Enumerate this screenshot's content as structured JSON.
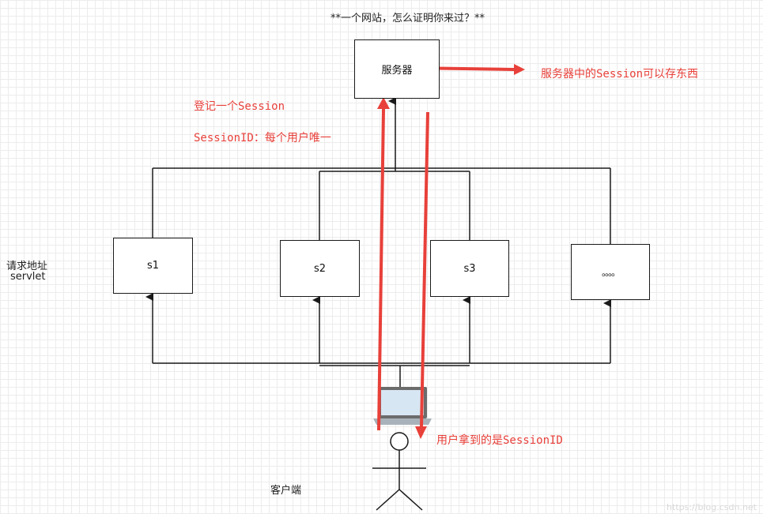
{
  "title": "**一个网站，怎么证明你来过？**",
  "server": {
    "label": "服务器"
  },
  "servlets": [
    "s1",
    "s2",
    "s3",
    "。。。。"
  ],
  "left_label": {
    "line1": "请求地址",
    "line2": "servlet"
  },
  "client": {
    "label": "客户端"
  },
  "annotations": {
    "server_store": "服务器中的Session可以存东西",
    "register": "登记一个Session",
    "session_id": "SessionID：每个用户唯一",
    "user_gets": "用户拿到的是SessionID"
  },
  "watermark": "https://blog.csdn.net",
  "colors": {
    "annotation": "#e8403a",
    "line": "#1a1a1a"
  }
}
